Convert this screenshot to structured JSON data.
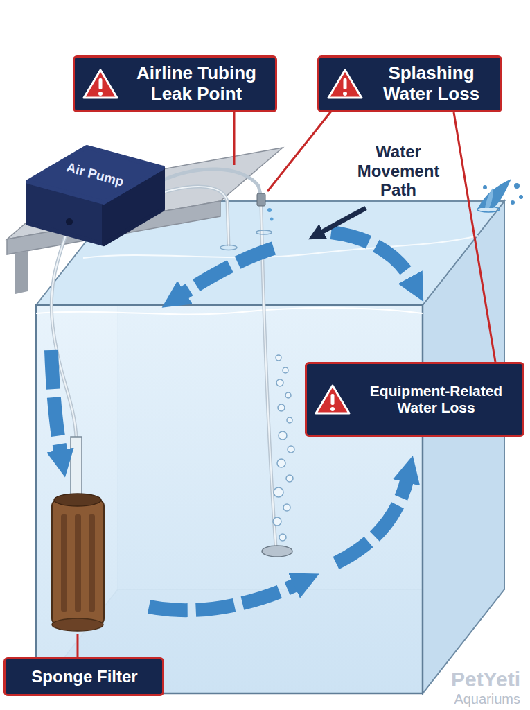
{
  "diagram": {
    "nodes": [
      {
        "text": [
          "Airline Tubing Leak Point"
        ]
      },
      {
        "text": [
          "Splashing Water Loss"
        ]
      },
      {
        "text": [
          "Air Pump"
        ]
      },
      {
        "text": [
          "Equipment-Related Water Loss"
        ]
      },
      {
        "text": [
          "Sponge Filter"
        ]
      }
    ],
    "edges": [
      {
        "from": 1,
        "to": 3,
        "arrow": "none"
      }
    ],
    "labels": [
      "Water Movement Path",
      "PetYeti",
      "Aquariums"
    ]
  }
}
